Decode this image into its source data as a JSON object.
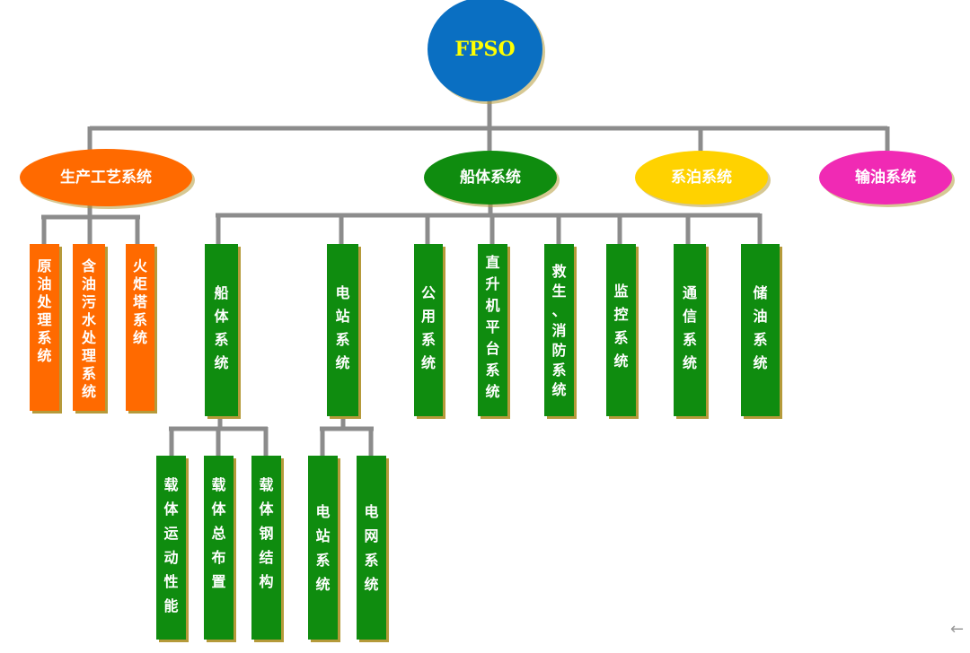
{
  "root": {
    "label": "FPSO",
    "color": "#0a6fc2"
  },
  "level1": [
    {
      "id": "production",
      "label": "生产工艺系统",
      "color": "#ff6a00",
      "text_color": "#ffffff"
    },
    {
      "id": "hull",
      "label": "船体系统",
      "color": "#0f8c0f",
      "text_color": "#ffffff"
    },
    {
      "id": "mooring",
      "label": "系泊系统",
      "color": "#ffd200",
      "text_color": "#ffffff"
    },
    {
      "id": "offloading",
      "label": "输油系统",
      "color": "#f02ab4",
      "text_color": "#ffffff"
    }
  ],
  "production_children": [
    "原油处理系统",
    "含油污水处理系统",
    "火炬塔系统"
  ],
  "hull_children": [
    "船体系统",
    "电站系统",
    "公用系统",
    "直升机平台系统",
    "救生、消防系统",
    "监控系统",
    "通信系统",
    "储油系统"
  ],
  "hull_subchildren": [
    "载体运动性能",
    "载体总布置",
    "载体钢结构"
  ],
  "power_subchildren": [
    "电站系统",
    "电网系统"
  ],
  "colors": {
    "connector": "#8c8c8c",
    "orange_box": "#ff6a00",
    "green_box": "#0f8c0f",
    "shadow": "#b59a3a"
  },
  "back_icon": "arrow-left-icon"
}
